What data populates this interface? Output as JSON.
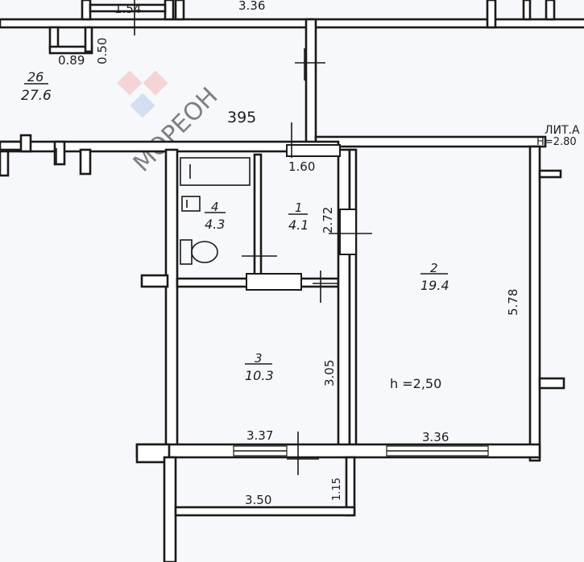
{
  "plan": {
    "rooms": [
      {
        "id": "room-26",
        "number": "26",
        "area": "27.6"
      },
      {
        "id": "room-4",
        "number": "4",
        "area": "4.3"
      },
      {
        "id": "room-1",
        "number": "1",
        "area": "4.1"
      },
      {
        "id": "room-2",
        "number": "2",
        "area": "19.4"
      },
      {
        "id": "room-3",
        "number": "3",
        "area": "10.3"
      }
    ],
    "dimensions": {
      "top_left": "1.54",
      "top_mid": "3.36",
      "niche_w": "0.89",
      "niche_h": "0.50",
      "corridor": "395",
      "room1_w": "1.60",
      "room1_h": "2.72",
      "room2_h": "5.78",
      "room3_h": "3.05",
      "room3_w": "3.37",
      "room2_w": "3.36",
      "balcony_w": "3.50",
      "balcony_h": "1.15"
    },
    "height_note": "h =2,50",
    "lit_label": "ЛИТ.А",
    "lit_height": "Н=2.80"
  },
  "watermark": {
    "text": "МОРЕОН",
    "colors": [
      "#f2b8b8",
      "#b9c9ea"
    ]
  }
}
